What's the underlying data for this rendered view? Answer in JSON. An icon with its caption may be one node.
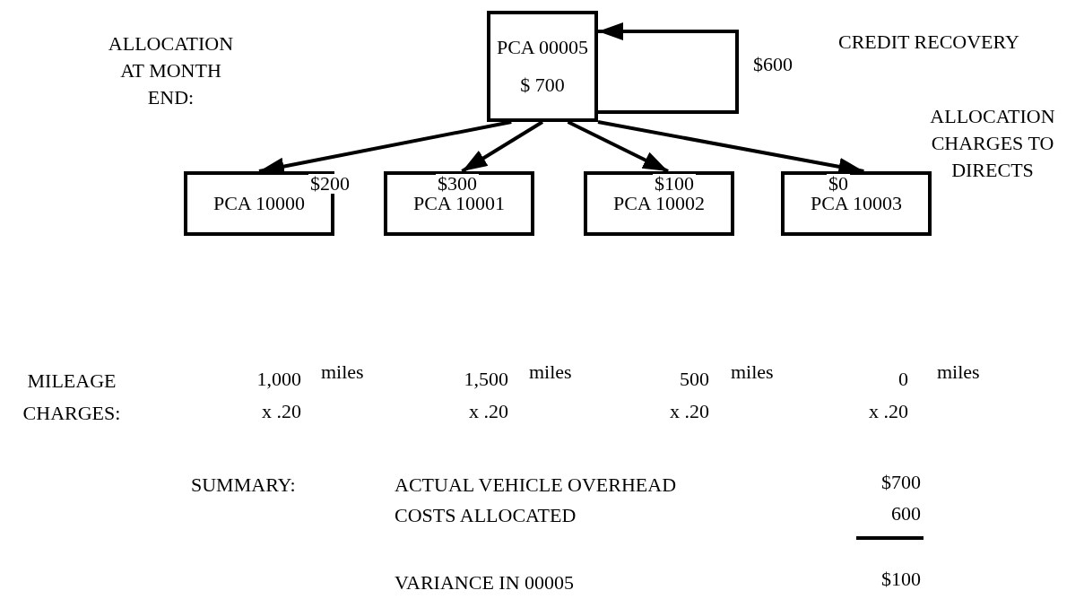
{
  "diagram": {
    "nodes": [
      {
        "text": [
          "PCA 00005",
          "$ 700"
        ]
      },
      {
        "text": [
          "PCA 10000"
        ]
      },
      {
        "text": [
          "PCA 10001"
        ]
      },
      {
        "text": [
          "PCA 10002"
        ]
      },
      {
        "text": [
          "PCA 10003"
        ]
      }
    ],
    "edges": [
      {
        "from": 0,
        "to": 1,
        "arrow": "to",
        "label": "$200"
      },
      {
        "from": 0,
        "to": 2,
        "arrow": "to",
        "label": "$300"
      },
      {
        "from": 0,
        "to": 3,
        "arrow": "to",
        "label": "$100"
      },
      {
        "from": 0,
        "to": 4,
        "arrow": "to",
        "label": "$0"
      },
      {
        "from": 0,
        "to": 0,
        "arrow": "to",
        "label": "$600"
      }
    ],
    "labels": [
      "ALLOCATION AT MONTH END:",
      "CREDIT RECOVERY",
      "ALLOCATION CHARGES TO DIRECTS",
      "MILEAGE CHARGES:",
      "1,000",
      "miles",
      "1,500",
      "miles",
      "500",
      "miles",
      "0",
      "miles",
      "x .20",
      "x .20",
      "x .20",
      "x .20",
      "SUMMARY:",
      "ACTUAL VEHICLE OVERHEAD",
      "$700",
      "COSTS ALLOCATED",
      "600",
      "VARIANCE IN 00005",
      "$100"
    ]
  }
}
